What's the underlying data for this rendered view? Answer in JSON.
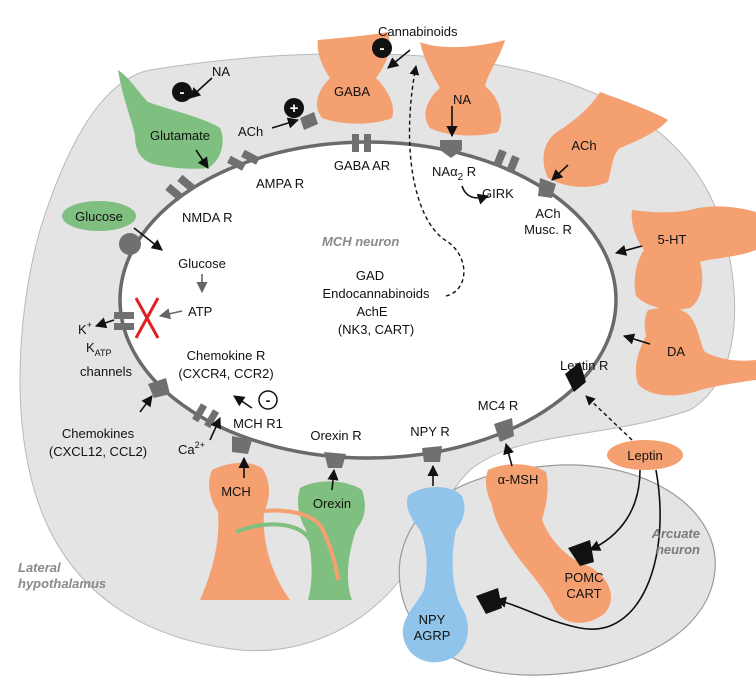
{
  "colors": {
    "excitatory_neuron": "#7fbf7f",
    "inhibitory_neuron": "#f4a070",
    "npy_neuron": "#90c4ea",
    "region_fill": "#e4e4e4",
    "membrane": "#6a6a6a",
    "inhibition_cross": "#e02020"
  },
  "regions": {
    "lateral_hypothalamus": "Lateral\nhypothalamus",
    "lh_line1": "Lateral",
    "lh_line2": "hypothalamus",
    "arcuate_line1": "Arcuate",
    "arcuate_line2": "neuron",
    "mch_neuron": "MCH neuron"
  },
  "inputs": {
    "cannabinoids": "Cannabinoids",
    "na_top": "NA",
    "na_left": "NA",
    "gaba": "GABA",
    "ach_left": "ACh",
    "glutamate": "Glutamate",
    "ach_right": "ACh",
    "ht5": "5-HT",
    "da": "DA",
    "glucose": "Glucose",
    "mch": "MCH",
    "orexin": "Orexin",
    "alpha_msh": "α-MSH",
    "leptin": "Leptin",
    "pomc_line1": "POMC",
    "pomc_line2": "CART",
    "npy_line1": "NPY",
    "npy_line2": "AGRP"
  },
  "receptors": {
    "ampa": "AMPA R",
    "nmda": "NMDA R",
    "gaba_ar": "GABA AR",
    "na_a2_prefix": "NA",
    "na_a2_greek": "α",
    "na_a2_sub": "2",
    "na_a2_suffix": " R",
    "girk": "GIRK",
    "ach_musc_line1": "ACh",
    "ach_musc_line2": "Musc. R",
    "leptin_r": "Leptin R",
    "mc4r": "MC4 R",
    "npy_r": "NPY R",
    "orexin_r": "Orexin R",
    "mch_r1": "MCH R1",
    "chemokine_r_line1": "Chemokine R",
    "chemokine_r_line2": "(CXCR4, CCR2)",
    "katp_k": "K",
    "katp_kplus": "+",
    "katp_main": "K",
    "katp_sub": "ATP",
    "katp_channels": "channels",
    "chemokines_line1": "Chemokines",
    "chemokines_line2": "(CXCL12, CCL2)",
    "ca_main": "Ca",
    "ca_sup": "2+"
  },
  "intracellular": {
    "glucose_inner": "Glucose",
    "atp": "ATP",
    "gad": "GAD",
    "endocannabinoids": "Endocannabinoids",
    "ache": "AchE",
    "nk3_cart": "(NK3, CART)"
  },
  "signs": {
    "minus": "-",
    "plus": "+"
  }
}
